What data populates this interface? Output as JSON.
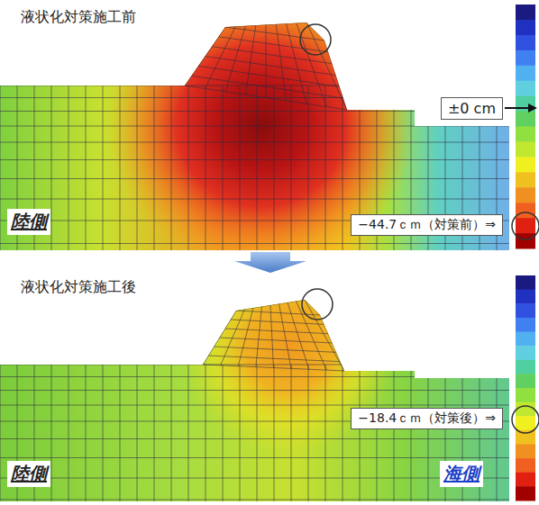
{
  "diagram": {
    "nodes": [
      {
        "text": [
          "±0 cm"
        ]
      },
      {
        "text": [
          "−44.7ｃｍ（対策前）⇒"
        ]
      },
      {
        "text": [
          "−18.4ｃｍ（対策後）⇒"
        ]
      }
    ],
    "labels": [
      "液状化対策施工前",
      "陸側",
      "液状化対策施工後",
      "陸側",
      "海側"
    ]
  }
}
